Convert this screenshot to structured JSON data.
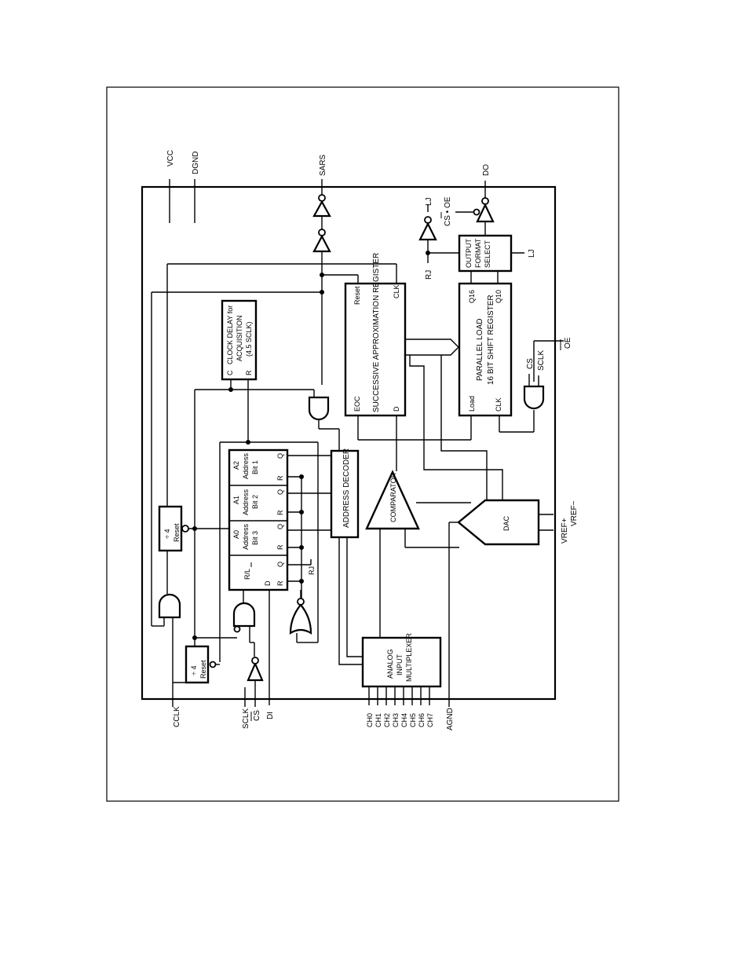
{
  "pins": {
    "vcc": "VCC",
    "dgnd": "DGND",
    "sars": "SARS",
    "do": "DO",
    "lj": "LJ",
    "cs_oe": "CS • OE",
    "rj": "RJ",
    "oe": "OE",
    "cs": "CS",
    "sclk": "SCLK",
    "cclk": "CCLK",
    "cs_bar": "CS",
    "di": "DI",
    "agnd": "AGND",
    "vref_plus": "VREF+",
    "vref_minus": "VREF−",
    "channels": [
      "CH0",
      "CH1",
      "CH2",
      "CH3",
      "CH4",
      "CH5",
      "CH6",
      "CH7"
    ]
  },
  "blocks": {
    "clock_delay": {
      "c": "C",
      "r": "R",
      "line1": "CLOCK DELAY for",
      "line2": "ACQUISITION",
      "line3": "(4.5 SCLK)"
    },
    "sar": {
      "reset": "Reset",
      "clk": "CLK",
      "title": "SUCCESSIVE APPROXIMATION REGISTER",
      "eoc": "EOC",
      "d": "D"
    },
    "shift_reg": {
      "q16": "Q16",
      "q10": "Q10",
      "line1": "PARALLEL LOAD",
      "line2": "16 BIT SHIFT REGISTER",
      "load": "Load",
      "clk": "CLK"
    },
    "output_format": {
      "line1": "OUTPUT",
      "line2": "FORMAT",
      "line3": "SELECT"
    },
    "address_decoder": "ADDRESS DECODER",
    "comparator": "COMPARATOR",
    "dac": "DAC",
    "mux": {
      "line1": "ANALOG",
      "line2": "INPUT",
      "line3": "MULTIPLEXER"
    },
    "div4_top": {
      "line1": "÷ 4",
      "line2": "Reset"
    },
    "div4_bottom": {
      "line1": "÷ 4",
      "line2": "Reset"
    },
    "a2": {
      "line1": "A2",
      "line2": "Address",
      "line3": "Bit 1",
      "q": "Q",
      "r": "R"
    },
    "a1": {
      "line1": "A1",
      "line2": "Address",
      "line3": "Bit 2",
      "q": "Q",
      "r": "R"
    },
    "a0": {
      "line1": "A0",
      "line2": "Address",
      "line3": "Bit 3",
      "q": "Q",
      "r": "R"
    },
    "rl": {
      "label": "R/L",
      "q": "Q",
      "d": "D",
      "r": "R"
    }
  },
  "nets": {
    "rj_tap": "RJ"
  }
}
